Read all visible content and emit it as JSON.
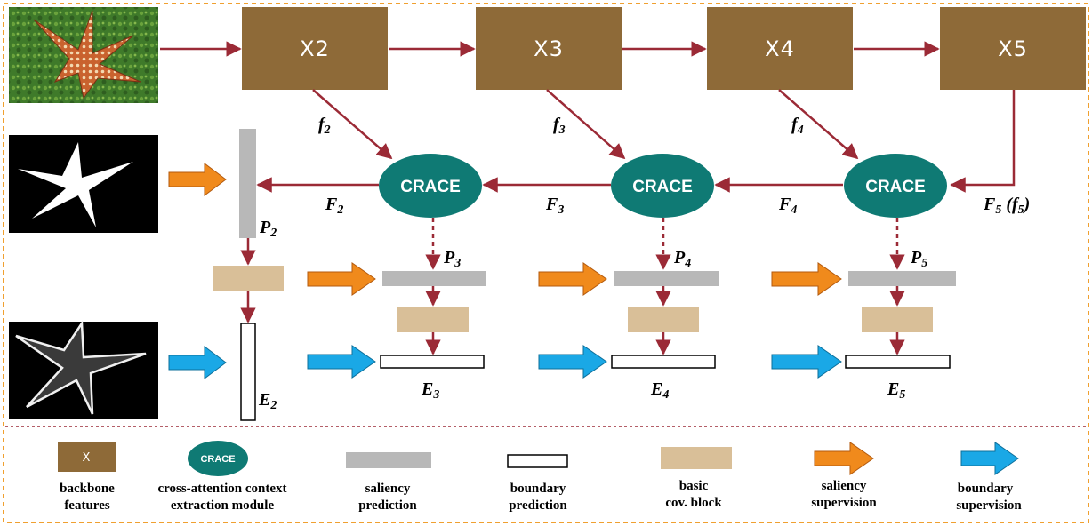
{
  "modules": [
    "X2",
    "X3",
    "X4",
    "X5"
  ],
  "crace_label": "CRACE",
  "features": {
    "f2": {
      "base": "f",
      "sub": "2"
    },
    "f3": {
      "base": "f",
      "sub": "3"
    },
    "f4": {
      "base": "f",
      "sub": "4"
    },
    "F2": {
      "base": "F",
      "sub": "2"
    },
    "F3": {
      "base": "F",
      "sub": "3"
    },
    "F4": {
      "base": "F",
      "sub": "4"
    },
    "F5": {
      "base": "F",
      "sub": "5",
      "extra": " (f",
      "extra_sub": "5",
      "close": ")"
    },
    "P2": {
      "base": "P",
      "sub": "2"
    },
    "P3": {
      "base": "P",
      "sub": "3"
    },
    "P4": {
      "base": "P",
      "sub": "4"
    },
    "P5": {
      "base": "P",
      "sub": "5"
    },
    "E2": {
      "base": "E",
      "sub": "2"
    },
    "E3": {
      "base": "E",
      "sub": "3"
    },
    "E4": {
      "base": "E",
      "sub": "4"
    },
    "E5": {
      "base": "E",
      "sub": "5"
    }
  },
  "legend": {
    "backbone_icon_text": "X",
    "crace_icon_text": "CRACE",
    "backbone": [
      "backbone",
      "features"
    ],
    "crace": [
      "cross-attention context",
      "extraction module"
    ],
    "saliency_pred": [
      "saliency",
      "prediction"
    ],
    "boundary_pred": [
      "boundary",
      "prediction"
    ],
    "basic_block": [
      "basic",
      "cov. block"
    ],
    "saliency_sup": [
      "saliency",
      "supervision"
    ],
    "boundary_sup": [
      "boundary",
      "supervision"
    ]
  },
  "colors": {
    "module": "#8e6a38",
    "crace": "#0f7a74",
    "arrow": "#9b2a36",
    "saliency_bar": "#b8b8b8",
    "conv_block": "#d9bf98",
    "border": "#f0a030",
    "saliency_arrow": "#f08a1c",
    "boundary_arrow": "#1aa8e6"
  }
}
